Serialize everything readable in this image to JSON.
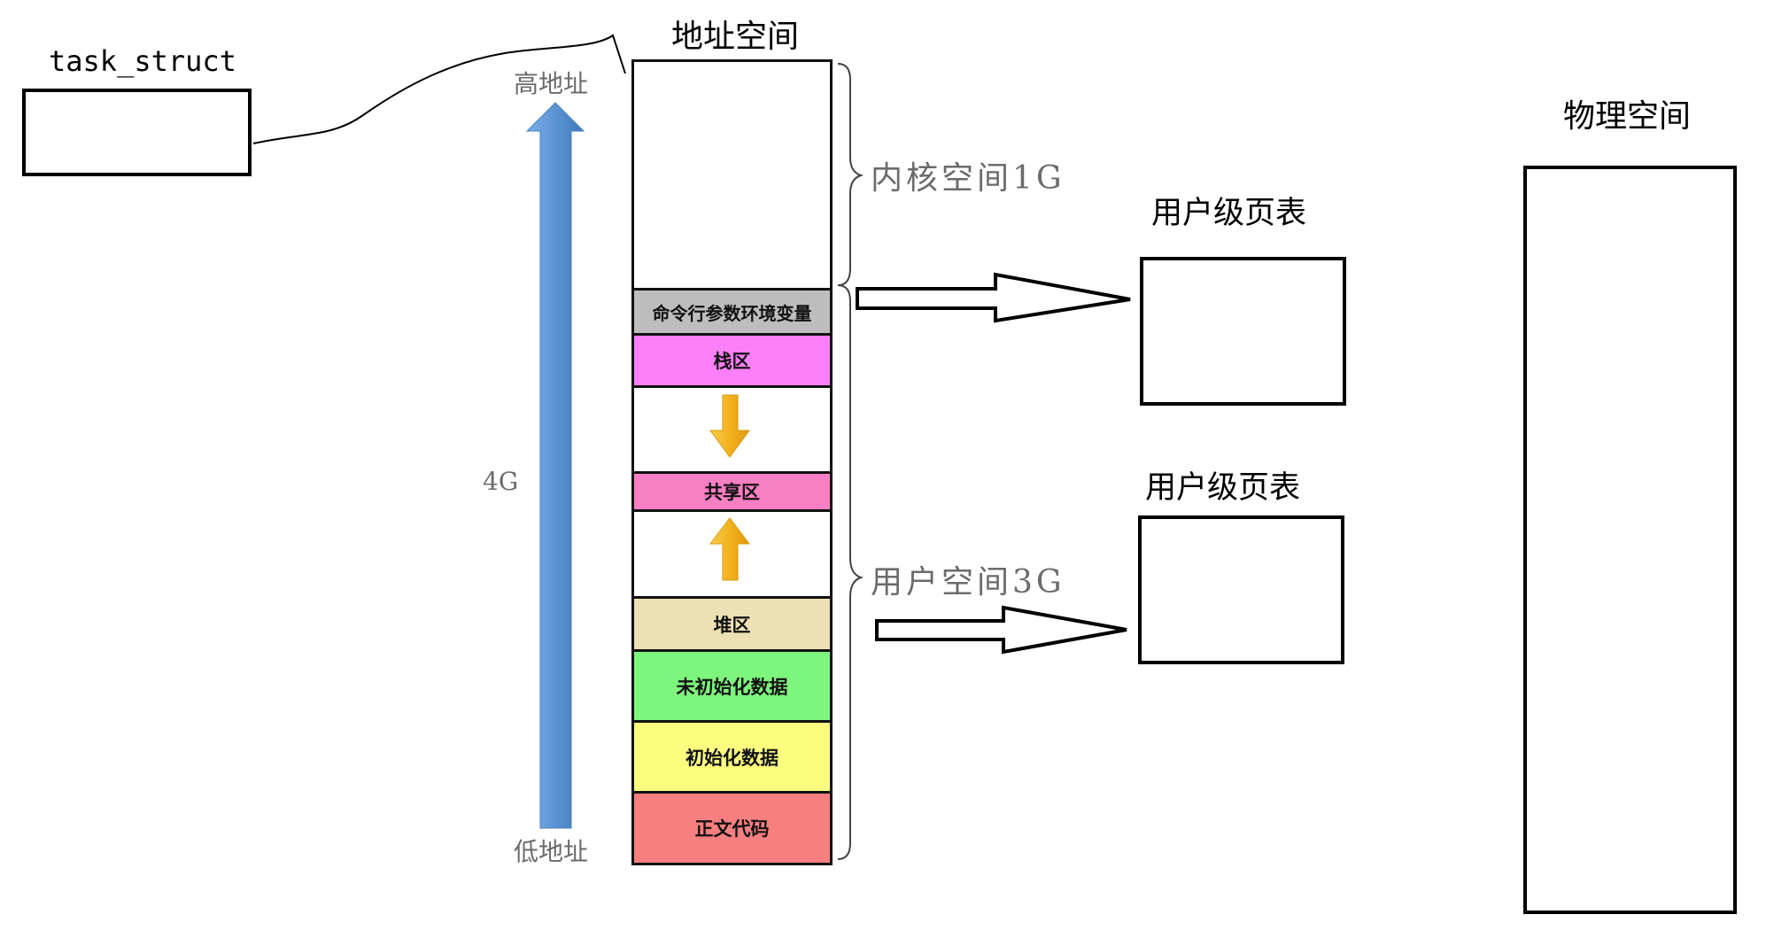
{
  "task_struct": {
    "label": "task_struct"
  },
  "address_space": {
    "title": "地址空间",
    "high_address": "高地址",
    "low_address": "低地址",
    "size_label": "4G",
    "kernel_space": "内核空间1G",
    "user_space": "用户空间3G",
    "segments": [
      {
        "name": "args-env",
        "label": "命令行参数环境变量",
        "color": "#bdbdbd"
      },
      {
        "name": "stack",
        "label": "栈区",
        "color": "#fb7ff9"
      },
      {
        "name": "shared",
        "label": "共享区",
        "color": "#f97fc4"
      },
      {
        "name": "heap",
        "label": "堆区",
        "color": "#ede0b5"
      },
      {
        "name": "bss",
        "label": "未初始化数据",
        "color": "#7ef57c"
      },
      {
        "name": "data",
        "label": "初始化数据",
        "color": "#fbfd7e"
      },
      {
        "name": "text",
        "label": "正文代码",
        "color": "#f77f7f"
      }
    ]
  },
  "page_tables": [
    {
      "title": "用户级页表"
    },
    {
      "title": "用户级页表"
    }
  ],
  "physical_space": {
    "title": "物理空间"
  },
  "colors": {
    "blue_arrow": "#5b93d3",
    "yellow_arrow": "#f2b01e"
  }
}
